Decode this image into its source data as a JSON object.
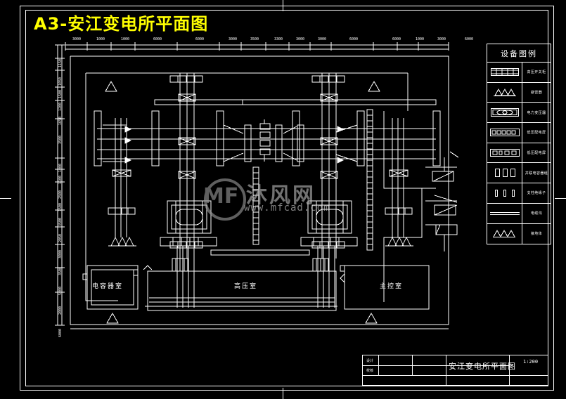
{
  "sheet": {
    "title": "A3-安江变电所平面图",
    "title_color": "#ffff00",
    "background": "#000000",
    "line_color": "#ffffff"
  },
  "legend": {
    "header": "设备图例",
    "rows": [
      {
        "symbol": "switchgear-cubicle-row",
        "name": "高压开关柜"
      },
      {
        "symbol": "lightning-arrester-triple",
        "name": "避雷器"
      },
      {
        "symbol": "transformer-oval",
        "name": "电力变压器"
      },
      {
        "symbol": "lv-panel-cells",
        "name": "低压配电屏"
      },
      {
        "symbol": "lv-panel-cells-alt",
        "name": "低压配电屏"
      },
      {
        "symbol": "capacitor-bank-three",
        "name": "并联电容器组"
      },
      {
        "symbol": "support-insulator-three",
        "name": "支柱绝缘子"
      },
      {
        "symbol": "double-line-cable",
        "name": "电缆沟"
      },
      {
        "symbol": "earthing-triangles",
        "name": "接地体"
      }
    ]
  },
  "titleblock": {
    "label_design": "设计",
    "label_check": "校核",
    "drawing_name": "安江变电所平面图",
    "scale": "1:200"
  },
  "rooms": [
    {
      "id": "capacitor-room",
      "label": "电容器室"
    },
    {
      "id": "high-voltage-room",
      "label": "高压室"
    },
    {
      "id": "main-control-room",
      "label": "主控室"
    }
  ],
  "dimensions": {
    "top_chain": [
      "3000",
      "1000",
      "1000",
      "6000",
      "6000",
      "3000",
      "3500",
      "3300",
      "3000",
      "3000",
      "6000",
      "6000",
      "1000",
      "3000",
      "6000"
    ],
    "left_chain": [
      "1150",
      "1050",
      "1500",
      "1200",
      "1650",
      "3500",
      "1000",
      "1100",
      "2500",
      "1500",
      "3500",
      "2050",
      "3000",
      "3500",
      "5000",
      "2000",
      "6000",
      "1000"
    ]
  },
  "watermark": {
    "brand": "沐风网",
    "url": "www.mfcad.com",
    "logo_text": "MF"
  }
}
